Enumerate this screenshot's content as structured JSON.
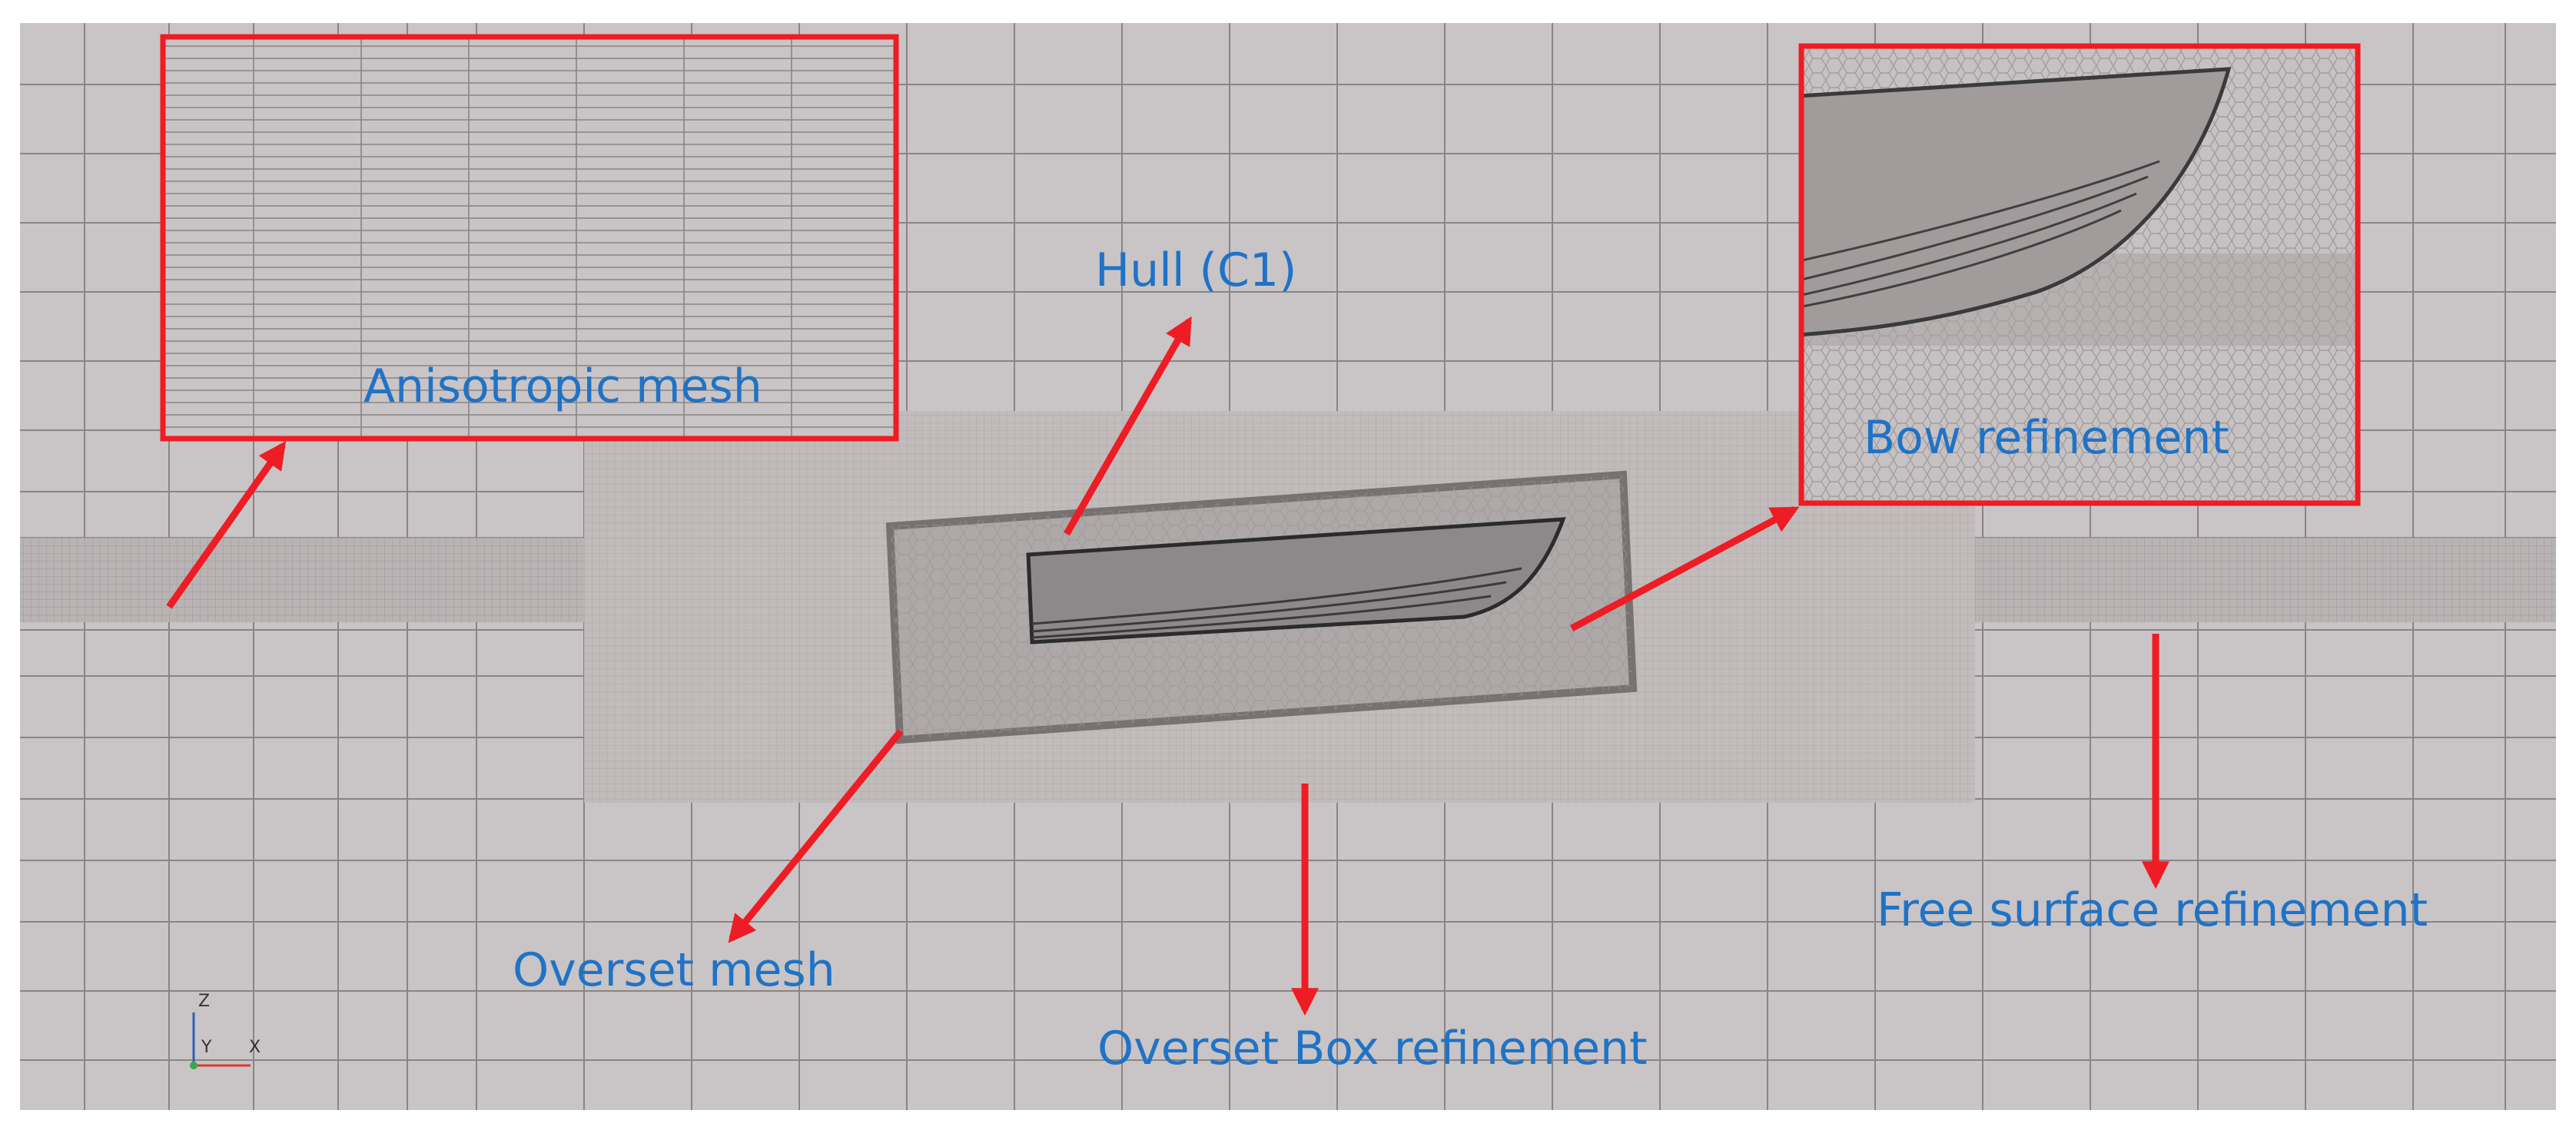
{
  "labels": {
    "anisotropic": "Anisotropic mesh",
    "hull": "Hull (C1)",
    "bow": "Bow refinement",
    "overset_mesh": "Overset mesh",
    "free_surface": "Free surface refinement",
    "overset_box": "Overset Box refinement"
  },
  "axes": {
    "z": "Z",
    "y": "Y",
    "x": "X"
  },
  "colors": {
    "label": "#1f73c6",
    "callout": "#ee1c24",
    "mesh_background": "#c8c3c4",
    "mesh_line": "#857f80"
  }
}
